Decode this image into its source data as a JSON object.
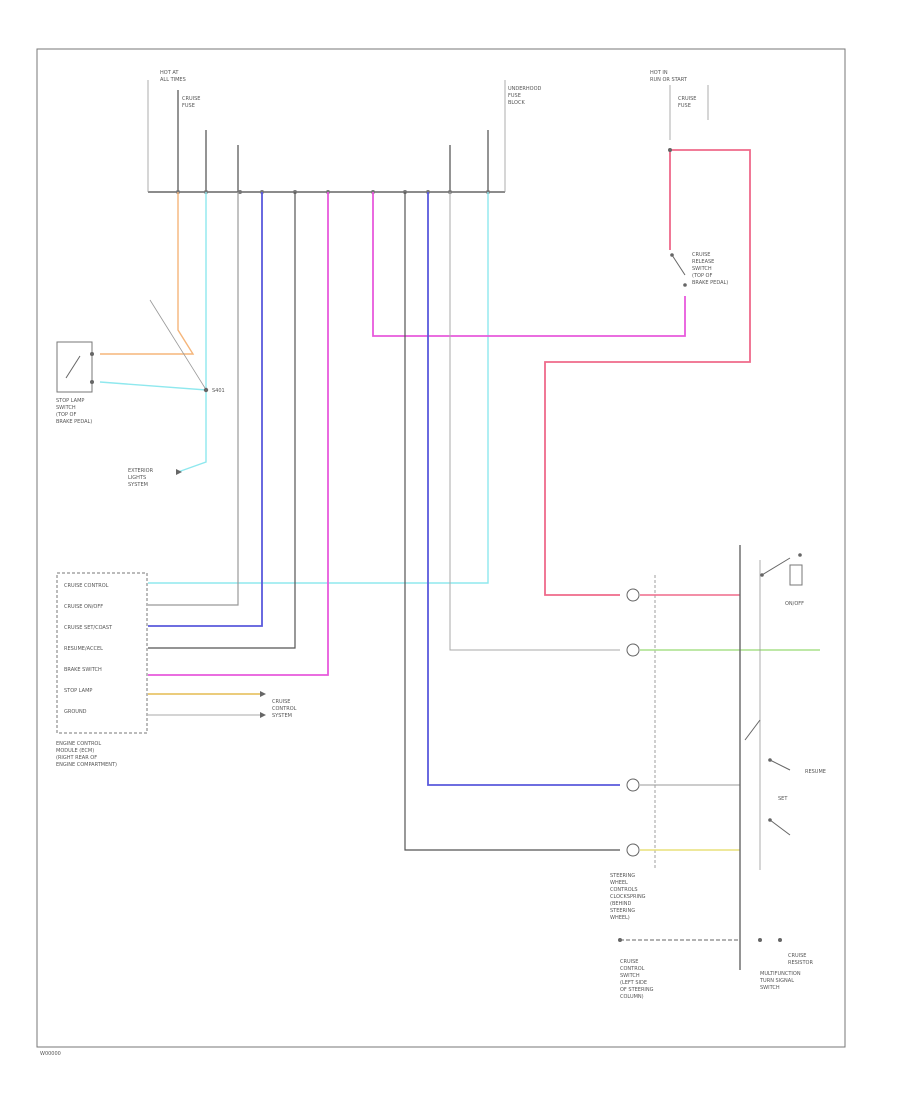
{
  "footer_code": "W00000",
  "ecm": {
    "pins": [
      "CRUISE CONTROL",
      "CRUISE ON/OFF",
      "CRUISE SET/COAST",
      "RESUME/ACCEL",
      "BRAKE SWITCH",
      "STOP LAMP",
      "GROUND"
    ],
    "caption": [
      "ENGINE CONTROL",
      "MODULE (ECM)",
      "(RIGHT REAR OF",
      "ENGINE COMPARTMENT)"
    ]
  },
  "stop_switch": {
    "caption": [
      "STOP LAMP",
      "SWITCH",
      "(TOP OF",
      "BRAKE PEDAL)"
    ]
  },
  "junction": {
    "caption": [
      "UNDERHOOD",
      "FUSE",
      "BLOCK"
    ]
  },
  "fuse_top_left": {
    "caption": [
      "HOT AT",
      "ALL TIMES",
      "CRUISE",
      "FUSE"
    ]
  },
  "fuse_top_right": {
    "caption": [
      "HOT IN",
      "RUN OR START",
      "CRUISE",
      "FUSE"
    ]
  },
  "release_switch": {
    "caption": [
      "CRUISE",
      "RELEASE",
      "SWITCH",
      "(TOP OF",
      "BRAKE PEDAL)"
    ]
  },
  "clockspring": {
    "caption": [
      "STEERING",
      "WHEEL",
      "CONTROLS",
      "CLOCKSPRING",
      "(BEHIND",
      "STEERING",
      "WHEEL)"
    ]
  },
  "control_switch": {
    "caption": [
      "CRUISE",
      "CONTROL",
      "SWITCH",
      "(LEFT SIDE",
      "OF STEERING",
      "COLUMN)"
    ]
  },
  "multifunction": {
    "caption": [
      "MULTIFUNCTION",
      "TURN SIGNAL",
      "SWITCH"
    ]
  },
  "resistor": {
    "caption": [
      "CRUISE",
      "RESISTOR"
    ]
  },
  "labels": {
    "exterior": [
      "EXTERIOR",
      "LIGHTS",
      "SYSTEM"
    ],
    "brake_sys": [
      "CRUISE",
      "CONTROL",
      "SYSTEM"
    ],
    "on_off": "ON/OFF",
    "set": "SET",
    "resume": "RESUME",
    "splice": "S401"
  },
  "colors": {
    "orange": "#f5b57a",
    "cyan": "#8fe8ee",
    "blue": "#5a5adc",
    "magenta": "#e85adc",
    "red": "#ef6a8a",
    "black": "#555555",
    "gray": "#999999",
    "yellow": "#e8d47a",
    "green": "#a8e08a"
  }
}
